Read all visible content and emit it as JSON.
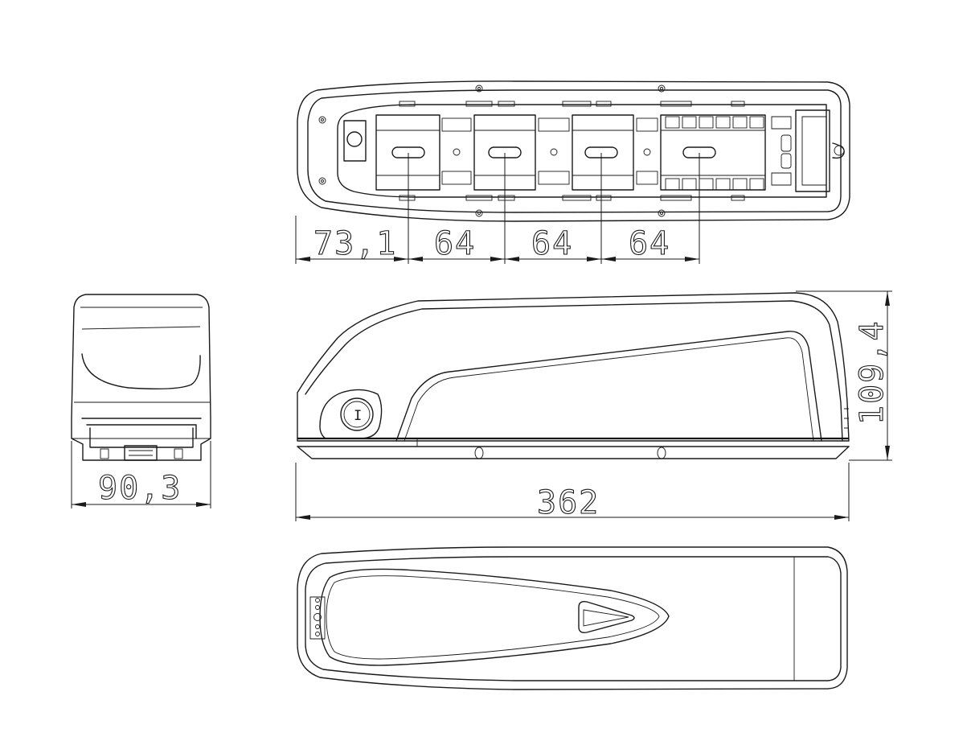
{
  "dimensions": {
    "offset_first_mount": "73,1",
    "mount_pitch_1": "64",
    "mount_pitch_2": "64",
    "mount_pitch_3": "64",
    "height": "109,4",
    "length": "362",
    "width": "90,3"
  },
  "lock_mark": "I"
}
